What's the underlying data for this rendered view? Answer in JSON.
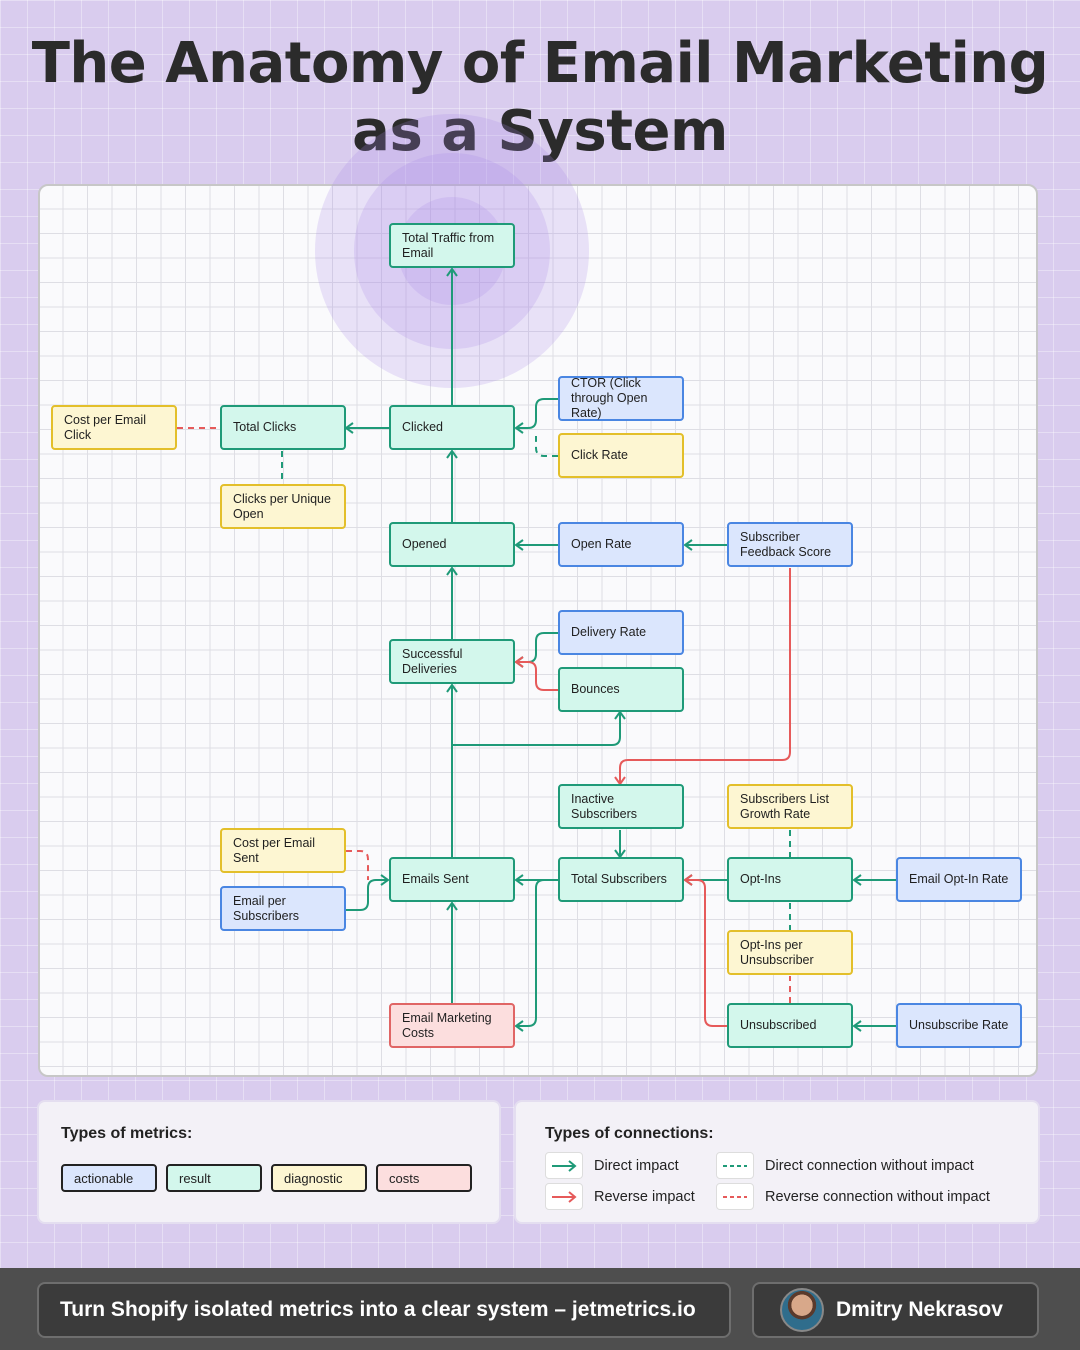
{
  "title": {
    "line1": "The Anatomy of Email Marketing",
    "line2": "as a System"
  },
  "colors": {
    "background": "#d9ccee",
    "result": "#1f9a78",
    "actionable": "#4a86e2",
    "diagnostic": "#e3bf2a",
    "costs": "#e06565",
    "direct_line": "#1f9a78",
    "reverse_line": "#e65a5a"
  },
  "nodes": {
    "total_traffic": {
      "label": "Total Traffic from Email",
      "type": "result"
    },
    "clicked": {
      "label": "Clicked",
      "type": "result"
    },
    "total_clicks": {
      "label": "Total Clicks",
      "type": "result"
    },
    "cost_per_click": {
      "label": "Cost per Email Click",
      "type": "diagnostic"
    },
    "clicks_per_open": {
      "label": "Clicks per Unique Open",
      "type": "diagnostic"
    },
    "ctor": {
      "label": "CTOR (Click through Open Rate)",
      "type": "actionable"
    },
    "click_rate": {
      "label": "Click Rate",
      "type": "diagnostic"
    },
    "opened": {
      "label": "Opened",
      "type": "result"
    },
    "open_rate": {
      "label": "Open Rate",
      "type": "actionable"
    },
    "feedback_score": {
      "label": "Subscriber Feedback Score",
      "type": "actionable"
    },
    "successful_deliveries": {
      "label": "Successful Deliveries",
      "type": "result"
    },
    "delivery_rate": {
      "label": "Delivery Rate",
      "type": "actionable"
    },
    "bounces": {
      "label": "Bounces",
      "type": "result"
    },
    "inactive_subscribers": {
      "label": "Inactive Subscribers",
      "type": "result"
    },
    "list_growth": {
      "label": "Subscribers List Growth Rate",
      "type": "diagnostic"
    },
    "cost_per_sent": {
      "label": "Cost per Email Sent",
      "type": "diagnostic"
    },
    "email_per_subscribers": {
      "label": "Email per Subscribers",
      "type": "actionable"
    },
    "emails_sent": {
      "label": "Emails Sent",
      "type": "result"
    },
    "total_subscribers": {
      "label": "Total Subscribers",
      "type": "result"
    },
    "opt_ins": {
      "label": "Opt-Ins",
      "type": "result"
    },
    "opt_in_rate": {
      "label": "Email Opt-In Rate",
      "type": "actionable"
    },
    "opt_ins_per_unsub": {
      "label": "Opt-Ins per Unsubscriber",
      "type": "diagnostic"
    },
    "marketing_costs": {
      "label": "Email Marketing Costs",
      "type": "costs"
    },
    "unsubscribed": {
      "label": "Unsubscribed",
      "type": "result"
    },
    "unsubscribe_rate": {
      "label": "Unsubscribe Rate",
      "type": "actionable"
    }
  },
  "edges": [
    {
      "from": "clicked",
      "to": "total_traffic",
      "kind": "direct"
    },
    {
      "from": "clicked",
      "to": "total_clicks",
      "kind": "direct"
    },
    {
      "from": "total_clicks",
      "to": "cost_per_click",
      "kind": "reverse-no-impact"
    },
    {
      "from": "total_clicks",
      "to": "clicks_per_open",
      "kind": "direct-no-impact"
    },
    {
      "from": "ctor",
      "to": "clicked",
      "kind": "direct"
    },
    {
      "from": "click_rate",
      "to": "clicked",
      "kind": "direct-no-impact"
    },
    {
      "from": "opened",
      "to": "clicked",
      "kind": "direct"
    },
    {
      "from": "open_rate",
      "to": "opened",
      "kind": "direct"
    },
    {
      "from": "feedback_score",
      "to": "open_rate",
      "kind": "direct"
    },
    {
      "from": "feedback_score",
      "to": "inactive_subscribers",
      "kind": "reverse"
    },
    {
      "from": "successful_deliveries",
      "to": "opened",
      "kind": "direct"
    },
    {
      "from": "delivery_rate",
      "to": "successful_deliveries",
      "kind": "direct"
    },
    {
      "from": "bounces",
      "to": "successful_deliveries",
      "kind": "reverse"
    },
    {
      "from": "emails_sent",
      "to": "successful_deliveries",
      "kind": "direct"
    },
    {
      "from": "emails_sent",
      "to": "bounces",
      "kind": "direct"
    },
    {
      "from": "inactive_subscribers",
      "to": "total_subscribers",
      "kind": "direct"
    },
    {
      "from": "list_growth",
      "to": "opt_ins",
      "kind": "direct-no-impact"
    },
    {
      "from": "cost_per_sent",
      "to": "emails_sent",
      "kind": "reverse-no-impact"
    },
    {
      "from": "email_per_subscribers",
      "to": "emails_sent",
      "kind": "direct"
    },
    {
      "from": "total_subscribers",
      "to": "emails_sent",
      "kind": "direct"
    },
    {
      "from": "total_subscribers",
      "to": "marketing_costs",
      "kind": "direct"
    },
    {
      "from": "opt_ins",
      "to": "total_subscribers",
      "kind": "direct"
    },
    {
      "from": "opt_in_rate",
      "to": "opt_ins",
      "kind": "direct"
    },
    {
      "from": "opt_ins",
      "to": "opt_ins_per_unsub",
      "kind": "direct-no-impact"
    },
    {
      "from": "unsubscribed",
      "to": "opt_ins_per_unsub",
      "kind": "reverse-no-impact"
    },
    {
      "from": "unsubscribed",
      "to": "total_subscribers",
      "kind": "reverse"
    },
    {
      "from": "unsubscribe_rate",
      "to": "unsubscribed",
      "kind": "direct"
    },
    {
      "from": "marketing_costs",
      "to": "emails_sent",
      "kind": "direct"
    }
  ],
  "legend": {
    "metrics_title": "Types of metrics:",
    "metrics": {
      "actionable": "actionable",
      "result": "result",
      "diagnostic": "diagnostic",
      "costs": "costs"
    },
    "connections_title": "Types of connections:",
    "connections": {
      "direct": "Direct impact",
      "reverse": "Reverse impact",
      "direct_no_impact": "Direct connection without impact",
      "reverse_no_impact": "Reverse connection without impact"
    }
  },
  "footer": {
    "cta": "Turn Shopify isolated metrics into a clear system – jetmetrics.io",
    "author": "Dmitry Nekrasov"
  }
}
